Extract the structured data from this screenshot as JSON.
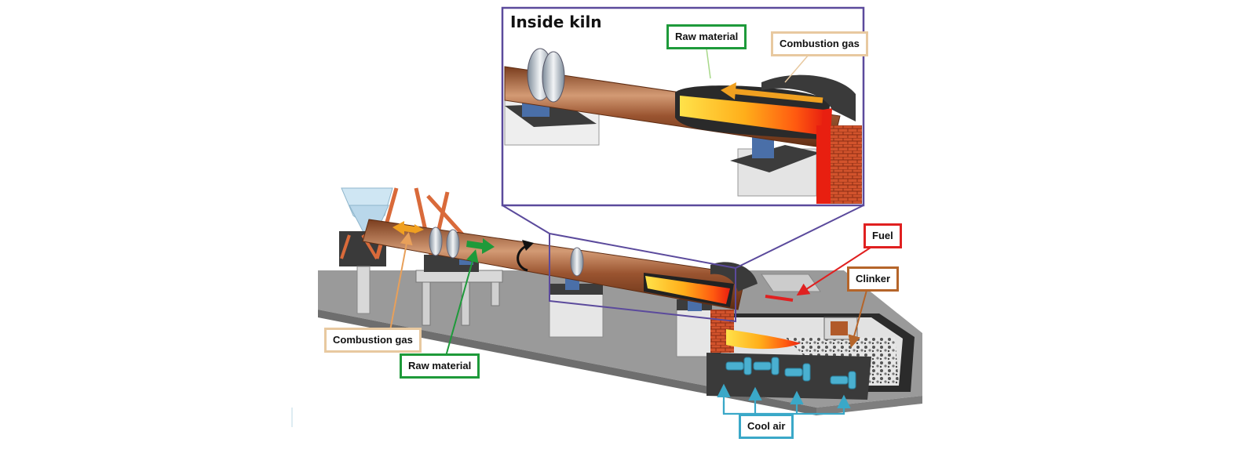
{
  "inset": {
    "title": "Inside kiln"
  },
  "labels": {
    "raw_material_top": "Raw material",
    "combustion_gas_top": "Combustion  gas",
    "fuel": "Fuel",
    "clinker": "Clinker",
    "combustion_gas": "Combustion gas",
    "raw_material": "Raw material",
    "cool_air": "Cool air"
  },
  "colors": {
    "inset_border": "#5b4a9c",
    "raw_material": "#1e9a3a",
    "combustion_gas": "#e8a05a",
    "fuel": "#e02020",
    "clinker": "#b5652a",
    "cool_air": "#3aa8c8",
    "kiln_shell": "#8a4a28",
    "flame": "#ff7a10"
  },
  "icons": [
    "rotation-arrow-icon",
    "flame-icon",
    "burner-icon",
    "fan-icon"
  ]
}
